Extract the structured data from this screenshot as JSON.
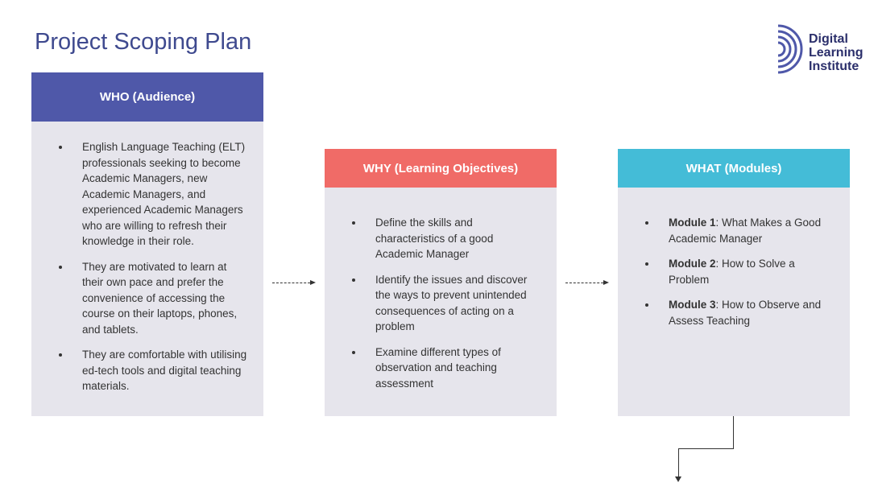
{
  "title": "Project Scoping Plan",
  "logo": {
    "lines": [
      "Digital",
      "Learning",
      "Institute"
    ]
  },
  "colors": {
    "who": "#4f58a9",
    "why": "#f06b67",
    "what": "#44bcd7"
  },
  "who": {
    "header": "WHO (Audience)",
    "items": [
      "English Language Teaching (ELT) professionals seeking to become Academic Managers, new Academic Managers, and experienced Academic Managers who are willing to refresh their knowledge in their role.",
      "They are motivated to learn at their own pace and prefer the convenience of accessing the course on their laptops, phones, and tablets.",
      "They are comfortable with utilising ed-tech tools and digital teaching materials."
    ]
  },
  "why": {
    "header": "WHY (Learning Objectives)",
    "items": [
      "Define the skills and characteristics of a good Academic Manager",
      "Identify the issues and discover the ways to prevent unintended consequences of acting on a problem",
      "Examine different types of observation and teaching assessment"
    ]
  },
  "what": {
    "header": "WHAT (Modules)",
    "items": [
      {
        "label": "Module 1",
        "text": ": What Makes a Good Academic Manager"
      },
      {
        "label": "Module 2",
        "text": ": How to Solve a Problem"
      },
      {
        "label": "Module 3",
        "text": ": How to Observe and Assess Teaching"
      }
    ]
  }
}
